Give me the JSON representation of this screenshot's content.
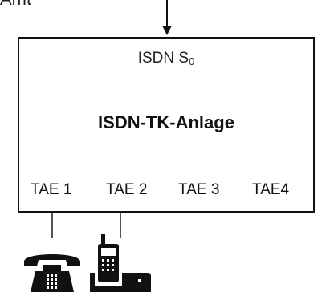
{
  "top_label": "Amt",
  "box": {
    "bus_label_main": "ISDN S",
    "bus_label_sub": "0",
    "system_title": "ISDN-TK-Anlage"
  },
  "ports": [
    {
      "label": "TAE 1"
    },
    {
      "label": "TAE 2"
    },
    {
      "label": "TAE 3"
    },
    {
      "label": "TAE4"
    }
  ],
  "devices": [
    {
      "name": "telephone-icon",
      "port": "TAE 1"
    },
    {
      "name": "cordless-phone-icon",
      "port": "TAE 2"
    }
  ]
}
